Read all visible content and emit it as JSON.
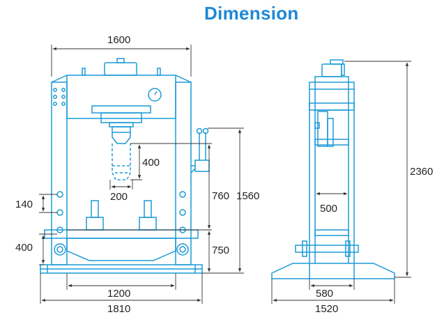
{
  "title": "Dimension",
  "dimensions": {
    "front_total_width": "1600",
    "ram_stroke": "400",
    "ram_width": "200",
    "bed_hole_pitch": "140",
    "bed_height": "400",
    "max_opening": "760",
    "overall_height_front": "1560",
    "lower_gap": "750",
    "inner_base_width": "1200",
    "outer_base_width": "1810",
    "side_height": "2360",
    "side_inner_width": "500",
    "side_base_inner": "580",
    "side_base_width": "1520"
  },
  "colors": {
    "title": "#1e88d6",
    "lines": "#1b9ad6",
    "dimension_lines": "#333333"
  }
}
